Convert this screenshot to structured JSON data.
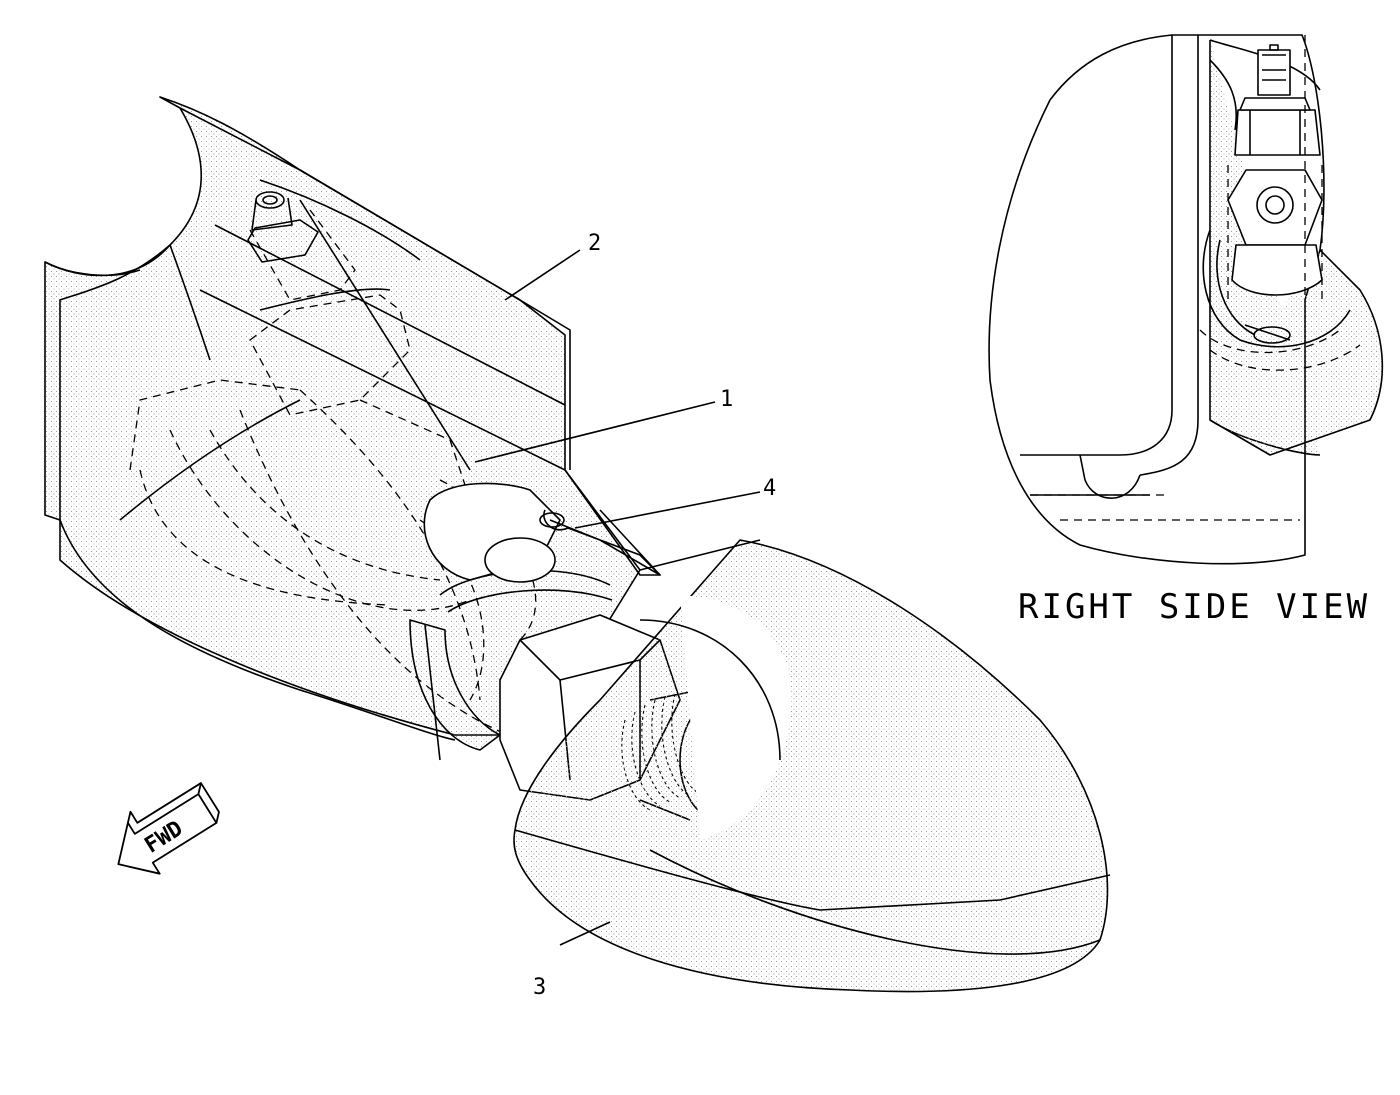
{
  "labels": {
    "item1": "1",
    "item2": "2",
    "item3": "3",
    "item4": "4"
  },
  "view_title": "RIGHT SIDE VIEW",
  "direction_arrow": {
    "text": "FWD",
    "icon": "fwd-arrow-icon"
  },
  "colors": {
    "ink": "#000000",
    "background": "#ffffff",
    "stipple": "#9a9a9a"
  }
}
